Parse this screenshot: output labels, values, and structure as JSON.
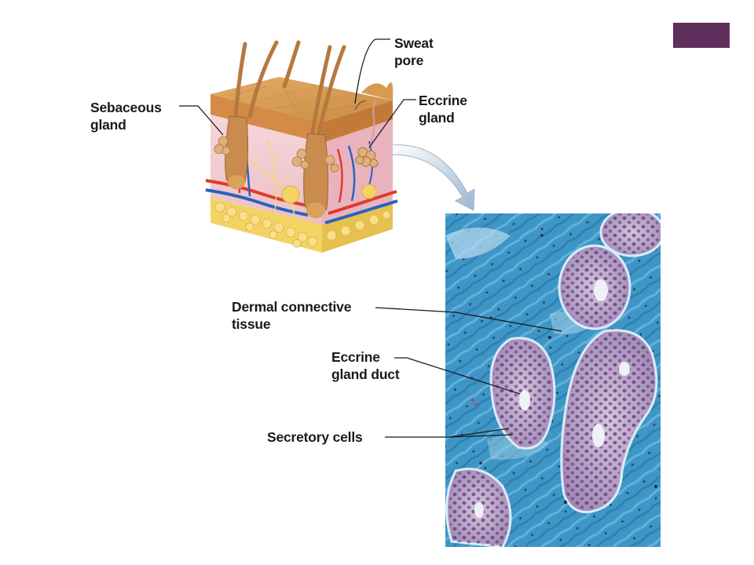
{
  "labels": {
    "sweat_pore": "Sweat\npore",
    "sebaceous_gland": "Sebaceous\ngland",
    "eccrine_gland": "Eccrine\ngland",
    "dermal_connective_tissue": "Dermal connective\ntissue",
    "eccrine_gland_duct": "Eccrine\ngland duct",
    "secretory_cells": "Secretory cells"
  },
  "colors": {
    "accent_box": "#5e2e5d",
    "micrograph_stain": "#3f95c5",
    "gland_tubule": "#b8a2c8",
    "epidermis": "#d9a15a",
    "dermis": "#f0c9cf",
    "fat": "#f2d363",
    "artery": "#e03a2c",
    "vein": "#2a62c0"
  }
}
